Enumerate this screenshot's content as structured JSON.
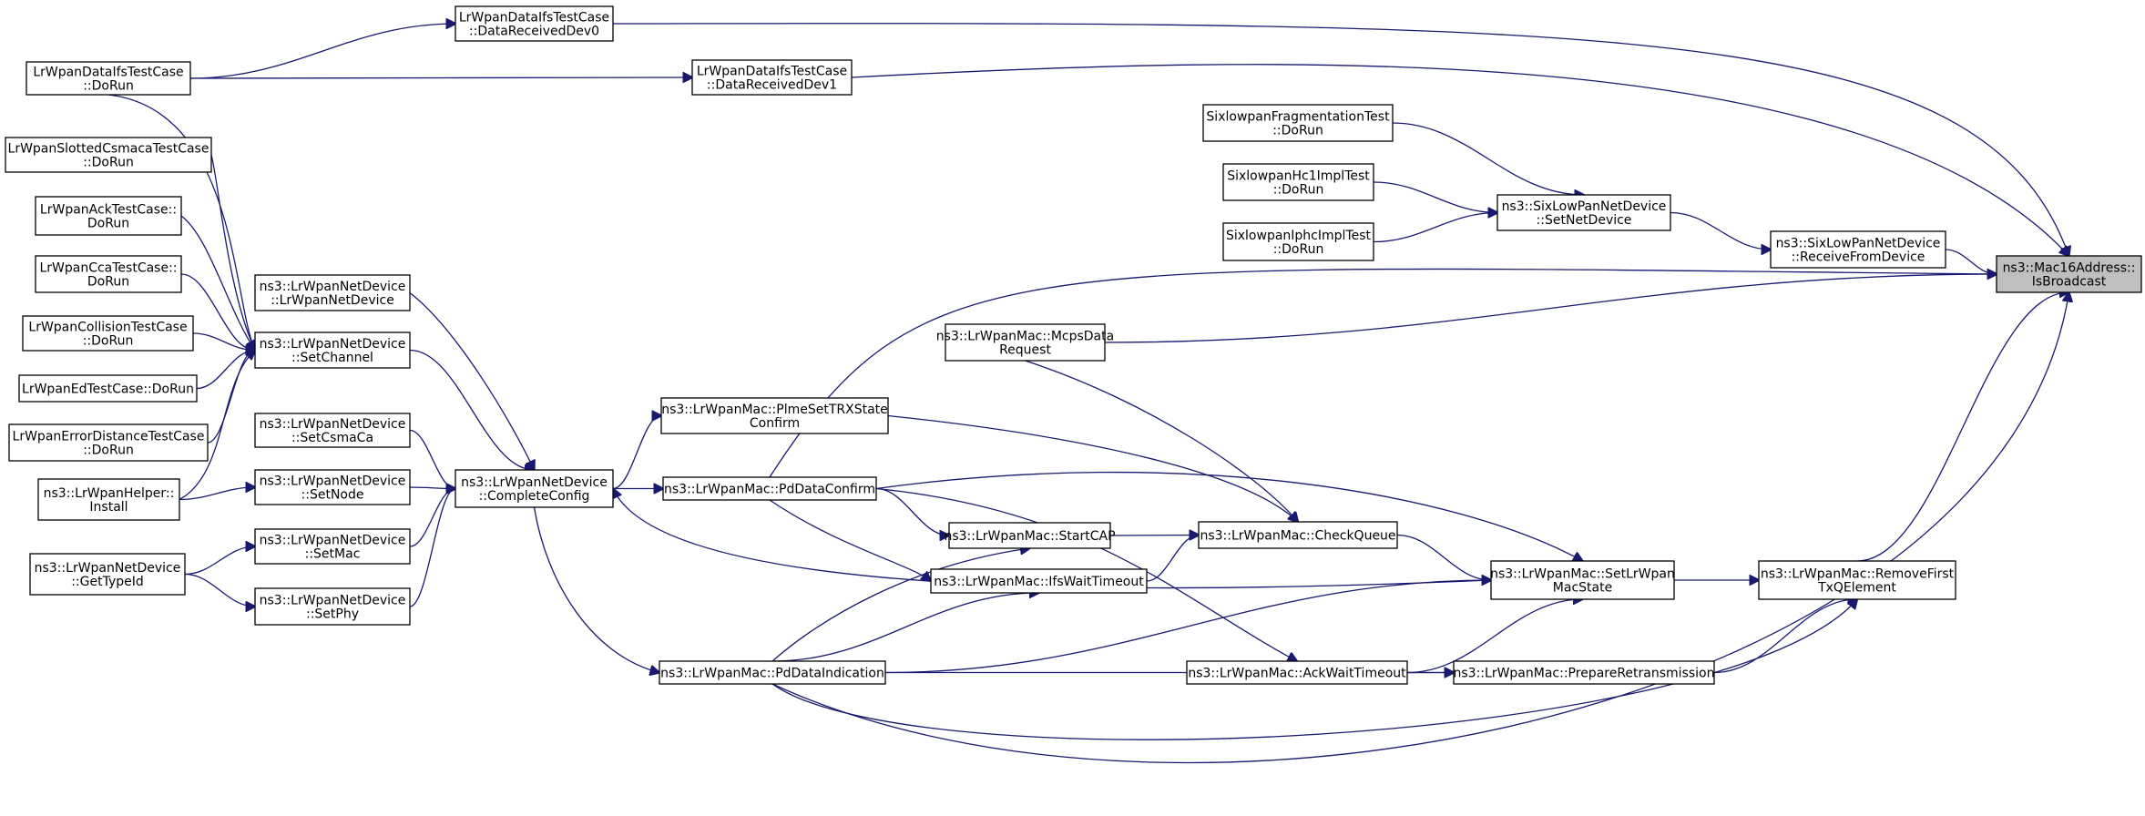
{
  "graph": {
    "nodes": [
      {
        "id": "focus",
        "lines": [
          "ns3::Mac16Address::",
          "IsBroadcast"
        ],
        "focus": true
      },
      {
        "id": "dataIfsDoRun",
        "lines": [
          "LrWpanDataIfsTestCase",
          "::DoRun"
        ]
      },
      {
        "id": "dataRecv0",
        "lines": [
          "LrWpanDataIfsTestCase",
          "::DataReceivedDev0"
        ]
      },
      {
        "id": "dataRecv1",
        "lines": [
          "LrWpanDataIfsTestCase",
          "::DataReceivedDev1"
        ]
      },
      {
        "id": "slottedDoRun",
        "lines": [
          "LrWpanSlottedCsmacaTestCase",
          "::DoRun"
        ]
      },
      {
        "id": "ackDoRun",
        "lines": [
          "LrWpanAckTestCase::",
          "DoRun"
        ]
      },
      {
        "id": "ccaDoRun",
        "lines": [
          "LrWpanCcaTestCase::",
          "DoRun"
        ]
      },
      {
        "id": "collDoRun",
        "lines": [
          "LrWpanCollisionTestCase",
          "::DoRun"
        ]
      },
      {
        "id": "edDoRun",
        "lines": [
          "LrWpanEdTestCase::DoRun"
        ]
      },
      {
        "id": "errDoRun",
        "lines": [
          "LrWpanErrorDistanceTestCase",
          "::DoRun"
        ]
      },
      {
        "id": "helperInstall",
        "lines": [
          "ns3::LrWpanHelper::",
          "Install"
        ]
      },
      {
        "id": "getTypeId",
        "lines": [
          "ns3::LrWpanNetDevice",
          "::GetTypeId"
        ]
      },
      {
        "id": "ctor",
        "lines": [
          "ns3::LrWpanNetDevice",
          "::LrWpanNetDevice"
        ]
      },
      {
        "id": "setChannel",
        "lines": [
          "ns3::LrWpanNetDevice",
          "::SetChannel"
        ]
      },
      {
        "id": "setCsmaCa",
        "lines": [
          "ns3::LrWpanNetDevice",
          "::SetCsmaCa"
        ]
      },
      {
        "id": "setNode",
        "lines": [
          "ns3::LrWpanNetDevice",
          "::SetNode"
        ]
      },
      {
        "id": "setMac",
        "lines": [
          "ns3::LrWpanNetDevice",
          "::SetMac"
        ]
      },
      {
        "id": "setPhy",
        "lines": [
          "ns3::LrWpanNetDevice",
          "::SetPhy"
        ]
      },
      {
        "id": "completeConfig",
        "lines": [
          "ns3::LrWpanNetDevice",
          "::CompleteConfig"
        ]
      },
      {
        "id": "plmeConfirm",
        "lines": [
          "ns3::LrWpanMac::PlmeSetTRXState",
          "Confirm"
        ]
      },
      {
        "id": "pdDataConfirm",
        "lines": [
          "ns3::LrWpanMac::PdDataConfirm"
        ]
      },
      {
        "id": "mcpsDataReq",
        "lines": [
          "ns3::LrWpanMac::McpsData",
          "Request"
        ]
      },
      {
        "id": "startCap",
        "lines": [
          "ns3::LrWpanMac::StartCAP"
        ]
      },
      {
        "id": "ifsWait",
        "lines": [
          "ns3::LrWpanMac::IfsWaitTimeout"
        ]
      },
      {
        "id": "pdDataInd",
        "lines": [
          "ns3::LrWpanMac::PdDataIndication"
        ]
      },
      {
        "id": "checkQueue",
        "lines": [
          "ns3::LrWpanMac::CheckQueue"
        ]
      },
      {
        "id": "ackWait",
        "lines": [
          "ns3::LrWpanMac::AckWaitTimeout"
        ]
      },
      {
        "id": "prepRetrans",
        "lines": [
          "ns3::LrWpanMac::PrepareRetransmission"
        ]
      },
      {
        "id": "setMacState",
        "lines": [
          "ns3::LrWpanMac::SetLrWpan",
          "MacState"
        ]
      },
      {
        "id": "removeFirst",
        "lines": [
          "ns3::LrWpanMac::RemoveFirst",
          "TxQElement"
        ]
      },
      {
        "id": "fragDoRun",
        "lines": [
          "SixlowpanFragmentationTest",
          "::DoRun"
        ]
      },
      {
        "id": "hc1DoRun",
        "lines": [
          "SixlowpanHc1ImplTest",
          "::DoRun"
        ]
      },
      {
        "id": "iphcDoRun",
        "lines": [
          "SixlowpanIphcImplTest",
          "::DoRun"
        ]
      },
      {
        "id": "sixSetNetDev",
        "lines": [
          "ns3::SixLowPanNetDevice",
          "::SetNetDevice"
        ]
      },
      {
        "id": "sixRecvFromDev",
        "lines": [
          "ns3::SixLowPanNetDevice",
          "::ReceiveFromDevice"
        ]
      }
    ],
    "edges": [
      [
        "dataIfsDoRun",
        "dataRecv0"
      ],
      [
        "dataIfsDoRun",
        "dataRecv1"
      ],
      [
        "dataRecv0",
        "focus"
      ],
      [
        "dataRecv1",
        "focus"
      ],
      [
        "dataIfsDoRun",
        "setChannel"
      ],
      [
        "slottedDoRun",
        "setChannel"
      ],
      [
        "ackDoRun",
        "setChannel"
      ],
      [
        "ccaDoRun",
        "setChannel"
      ],
      [
        "collDoRun",
        "setChannel"
      ],
      [
        "edDoRun",
        "setChannel"
      ],
      [
        "errDoRun",
        "setChannel"
      ],
      [
        "helperInstall",
        "setChannel"
      ],
      [
        "helperInstall",
        "setNode"
      ],
      [
        "getTypeId",
        "setMac"
      ],
      [
        "getTypeId",
        "setPhy"
      ],
      [
        "ctor",
        "completeConfig"
      ],
      [
        "setChannel",
        "completeConfig"
      ],
      [
        "setCsmaCa",
        "completeConfig"
      ],
      [
        "setNode",
        "completeConfig"
      ],
      [
        "setMac",
        "completeConfig"
      ],
      [
        "setPhy",
        "completeConfig"
      ],
      [
        "completeConfig",
        "plmeConfirm"
      ],
      [
        "completeConfig",
        "pdDataConfirm"
      ],
      [
        "completeConfig",
        "pdDataInd"
      ],
      [
        "setMacState",
        "completeConfig"
      ],
      [
        "pdDataConfirm",
        "focus"
      ],
      [
        "pdDataConfirm",
        "startCap"
      ],
      [
        "pdDataConfirm",
        "ifsWait"
      ],
      [
        "plmeConfirm",
        "checkQueue"
      ],
      [
        "mcpsDataReq",
        "focus"
      ],
      [
        "mcpsDataReq",
        "checkQueue"
      ],
      [
        "startCap",
        "checkQueue"
      ],
      [
        "ifsWait",
        "checkQueue"
      ],
      [
        "checkQueue",
        "setMacState"
      ],
      [
        "pdDataInd",
        "startCap"
      ],
      [
        "pdDataInd",
        "ifsWait"
      ],
      [
        "pdDataInd",
        "setMacState"
      ],
      [
        "pdDataConfirm",
        "setMacState"
      ],
      [
        "pdDataConfirm",
        "ackWait"
      ],
      [
        "ackWait",
        "setMacState"
      ],
      [
        "ackWait",
        "prepRetrans"
      ],
      [
        "pdDataInd",
        "prepRetrans"
      ],
      [
        "prepRetrans",
        "removeFirst"
      ],
      [
        "pdDataInd",
        "removeFirst"
      ],
      [
        "setMacState",
        "removeFirst"
      ],
      [
        "removeFirst",
        "focus"
      ],
      [
        "pdDataInd",
        "focus"
      ],
      [
        "fragDoRun",
        "sixSetNetDev"
      ],
      [
        "hc1DoRun",
        "sixSetNetDev"
      ],
      [
        "iphcDoRun",
        "sixSetNetDev"
      ],
      [
        "sixSetNetDev",
        "sixRecvFromDev"
      ],
      [
        "sixRecvFromDev",
        "focus"
      ]
    ]
  }
}
